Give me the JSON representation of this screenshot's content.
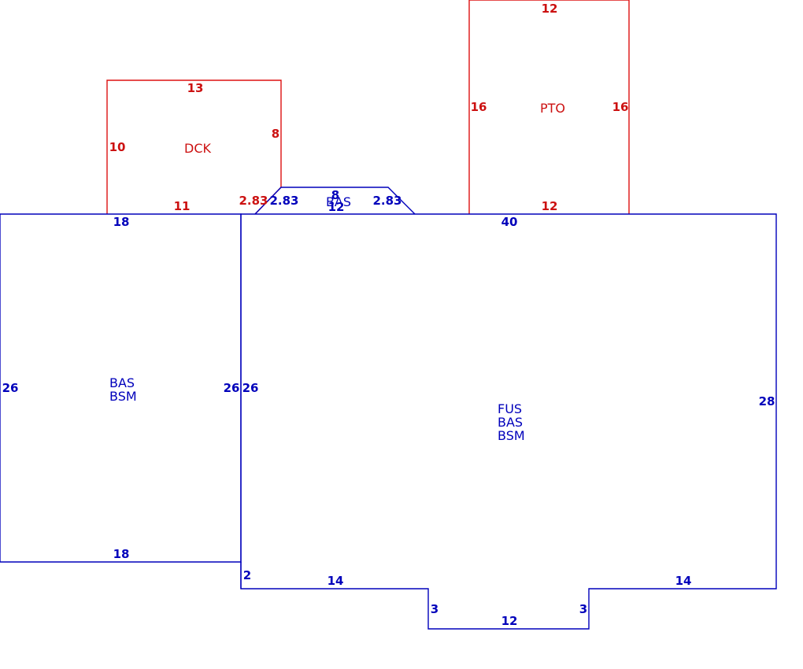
{
  "colors": {
    "main": "#0000bb",
    "addition": "#dd1111"
  },
  "areas": {
    "left": {
      "lines": [
        "BAS",
        "BSM"
      ],
      "dims": {
        "top": "18",
        "bottom": "18",
        "left": "26",
        "right": "26"
      }
    },
    "main": {
      "lines": [
        "FUS",
        "BAS",
        "BSM"
      ],
      "dims": {
        "top": "40",
        "left": "26",
        "right": "28",
        "step_left": "2",
        "bottom_left": "14",
        "bottom_right": "14",
        "notch_left": "3",
        "notch_right": "3",
        "notch_bottom": "12"
      }
    },
    "bay": {
      "label": "BAS",
      "dims": {
        "top": "8",
        "bottom": "12",
        "left_slant": "2.83",
        "right_slant": "2.83"
      }
    },
    "deck": {
      "label": "DCK",
      "dims": {
        "top": "13",
        "left": "10",
        "right": "8",
        "bottom": "11",
        "slant": "2.83"
      }
    },
    "patio": {
      "label": "PTO",
      "dims": {
        "top": "12",
        "bottom": "12",
        "left": "16",
        "right": "16"
      }
    }
  }
}
